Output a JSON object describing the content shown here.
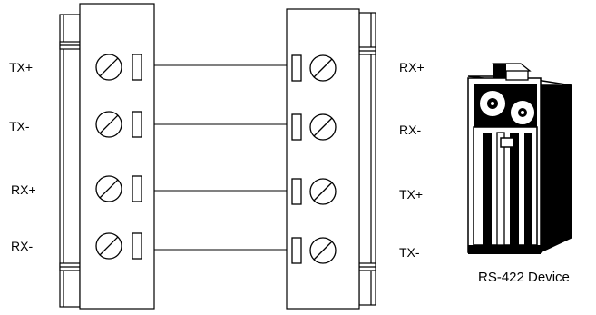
{
  "left_connector": {
    "pins": [
      "TX+",
      "TX-",
      "RX+",
      "RX-"
    ]
  },
  "right_connector": {
    "pins": [
      "RX+",
      "RX-",
      "TX+",
      "TX-"
    ]
  },
  "device": {
    "caption": "RS-422 Device"
  },
  "colors": {
    "line": "#000000",
    "background": "#ffffff",
    "device_fill": "#000000"
  }
}
